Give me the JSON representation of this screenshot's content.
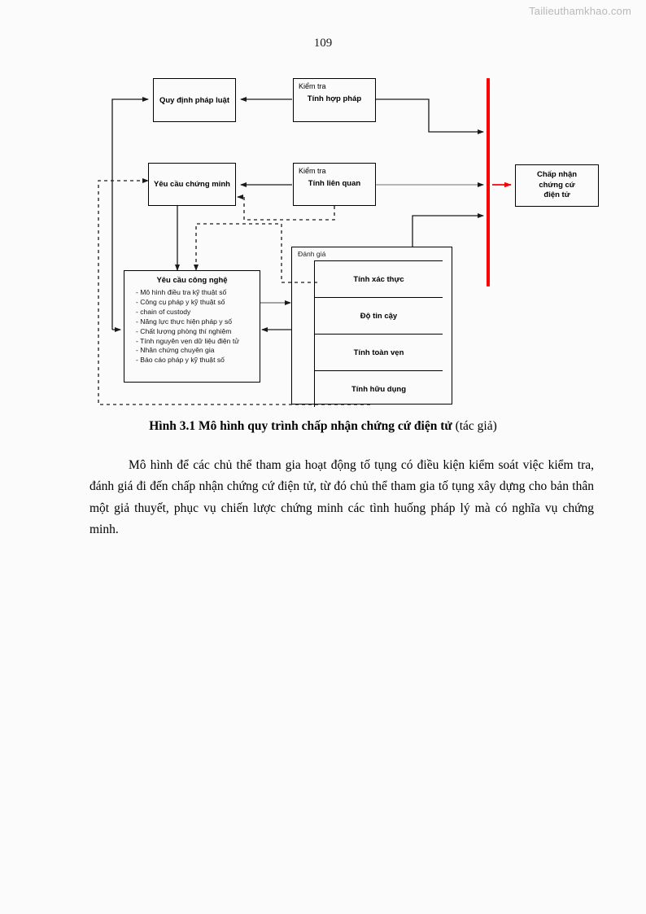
{
  "watermark": "Tailieuthamkhao.com",
  "page_number": "109",
  "figure": {
    "boxes": {
      "law": "Quy định pháp luật",
      "proof_requirement": "Yêu cầu chứng minh",
      "check_legality_top": "Kiểm tra",
      "check_legality_main": "Tính hợp pháp",
      "check_relevance_top": "Kiểm tra",
      "check_relevance_main": "Tính liên quan",
      "accept_line1": "Chấp nhận",
      "accept_line2": "chứng cứ",
      "accept_line3": "điện tử"
    },
    "tech": {
      "title": "Yêu cầu công nghệ",
      "items": [
        "Mô hình điều tra kỹ thuật số",
        "Công cụ pháp y kỹ thuật số",
        "chain of custody",
        "Năng lực thực hiện pháp y số",
        "Chất lượng phòng thí nghiệm",
        "Tính nguyên vẹn dữ liệu điện tử",
        "Nhân chứng chuyên gia",
        "Báo cáo pháp y kỹ thuật số"
      ]
    },
    "evaluation": {
      "title": "Đánh giá",
      "items": [
        "Tính xác thực",
        "Độ tin cậy",
        "Tính toàn vẹn",
        "Tính hữu dụng"
      ]
    },
    "colors": {
      "red_bar": "#FF0000",
      "line": "#1a1a1a",
      "line_grey": "#6f6f6f"
    }
  },
  "caption": {
    "bold": "Hình 3.1 Mô hình quy trình chấp nhận chứng cứ điện tử",
    "plain": " (tác giả)"
  },
  "body": {
    "paragraph": "Mô hình để các chủ thể tham gia hoạt động tố tụng có điều kiện kiểm soát việc kiểm tra, đánh giá đi đến chấp nhận chứng cứ điện tử, từ đó chủ thể tham gia tố tụng xây dựng cho bản thân một giả thuyết, phục vụ chiến lược chứng minh các tình huống pháp lý mà có nghĩa vụ chứng minh."
  }
}
